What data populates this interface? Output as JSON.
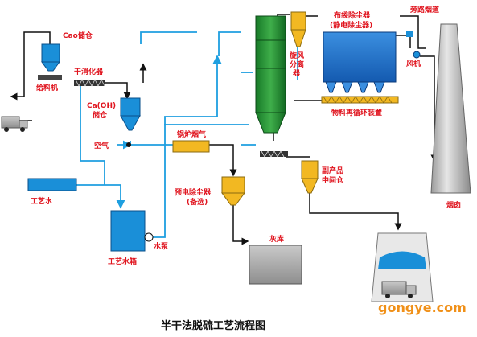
{
  "title": "半干法脱硫工艺流程图",
  "watermark": "gongye.com",
  "labels": {
    "cao_silo": "Cao储仓",
    "feeder": "给料机",
    "slaker": "干消化器",
    "caoh_silo_1": "Ca(OH)",
    "caoh_silo_2": "储仓",
    "air": "空气",
    "process_water": "工艺水",
    "water_tank": "工艺水箱",
    "pump": "水泵",
    "boiler_flue": "锅炉烟气",
    "pre_collector_1": "预电除尘器",
    "pre_collector_2": "(备选)",
    "ash_store": "灰库",
    "cyclone_1": "旋风",
    "cyclone_2": "分离",
    "cyclone_3": "器",
    "baghouse_1": "布袋除尘器",
    "baghouse_2": "(静电除尘器)",
    "recirc": "物料再循环装置",
    "bypass": "旁路烟道",
    "fan": "风机",
    "chimney": "烟囱",
    "byproduct_1": "副产品",
    "byproduct_2": "中间仓"
  },
  "colors": {
    "line_blue": "#1e9fe0",
    "line_black": "#111111",
    "tower_green": "#1f8a32",
    "hopper_yellow": "#f2b822",
    "tank_blue": "#1a8fd8",
    "label_red": "#e0141e",
    "baghouse_blue": "#1d6fc8"
  }
}
